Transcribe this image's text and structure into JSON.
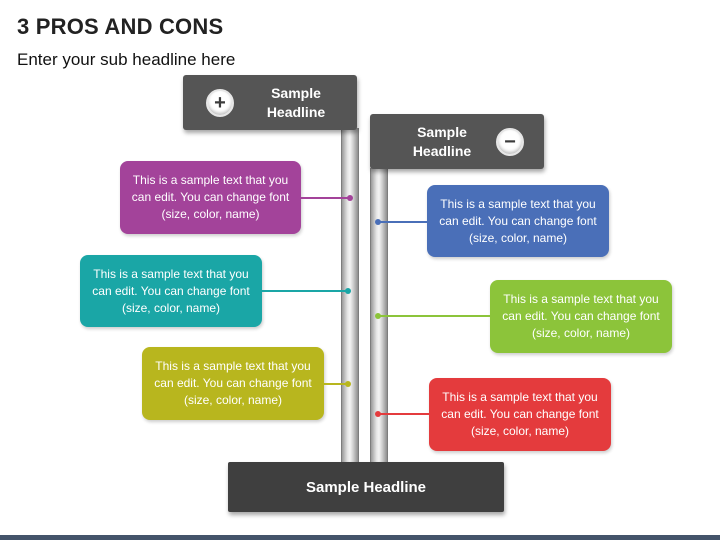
{
  "title": "3 PROS AND CONS",
  "subtitle": "Enter your sub headline here",
  "pros_header": {
    "label": "Sample\nHeadline",
    "icon": "plus-icon",
    "glyph": "+"
  },
  "cons_header": {
    "label": "Sample\nHeadline",
    "icon": "minus-icon",
    "glyph": "−"
  },
  "base_label": "Sample Headline",
  "pros": [
    {
      "text": "This is a sample text that you can edit. You can change font (size, color, name)",
      "color": "#a3439a"
    },
    {
      "text": "This is a sample text that you can edit. You can change font (size, color, name)",
      "color": "#1aa6a6"
    },
    {
      "text": "This is a sample text that you can edit. You can change font (size, color, name)",
      "color": "#b8b61e"
    }
  ],
  "cons": [
    {
      "text": "This is a sample text that you can edit. You can change font (size, color, name)",
      "color": "#4a6fb8"
    },
    {
      "text": "This is a sample text that you can edit. You can change font (size, color, name)",
      "color": "#8cc43a"
    },
    {
      "text": "This is a sample text that you can edit. You can change font (size, color, name)",
      "color": "#e43b3d"
    }
  ]
}
